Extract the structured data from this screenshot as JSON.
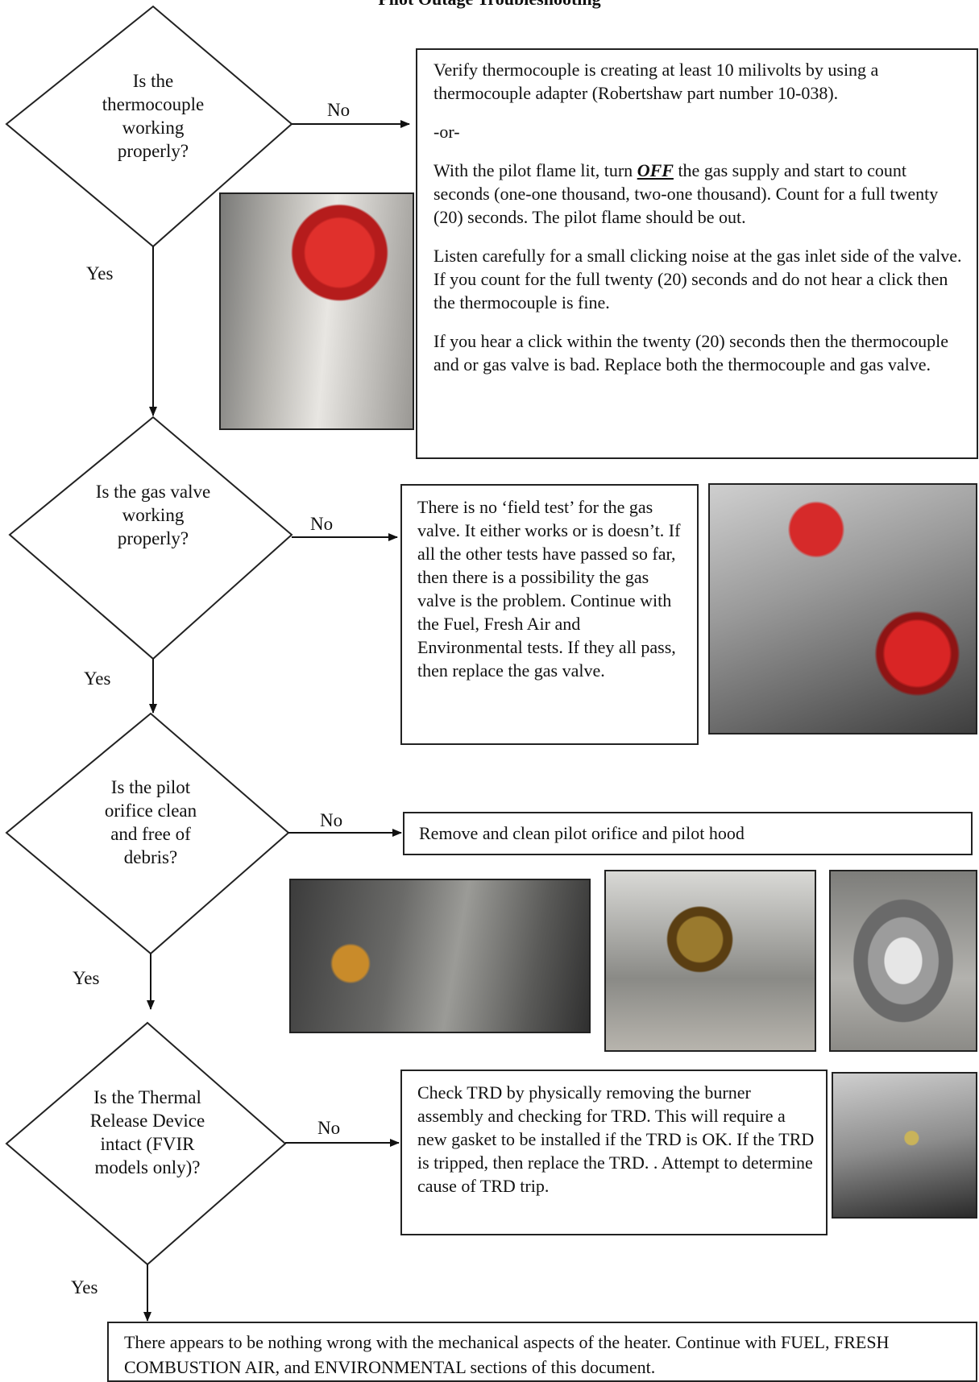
{
  "title": "Pilot Outage Troubleshooting",
  "labels": {
    "yes": "Yes",
    "no": "No"
  },
  "decisions": [
    {
      "lines": [
        "Is the",
        "thermocouple",
        "working",
        "properly?"
      ]
    },
    {
      "lines": [
        "Is the gas valve",
        "working",
        "properly?"
      ]
    },
    {
      "lines": [
        "Is the pilot",
        "orifice clean",
        "and free of",
        "debris?"
      ]
    },
    {
      "lines": [
        "Is the Thermal",
        "Release Device",
        "intact (FVIR",
        "models only)?"
      ]
    }
  ],
  "boxes": {
    "thermocouple": {
      "lines": [
        "Verify thermocouple is creating at least 10 milivolts by using a thermocouple adapter (Robertshaw part number 10-038).",
        "-or-",
        "With the pilot flame lit, turn OFF the gas supply and start to count seconds (one-one thousand, two-one thousand). Count for a full twenty (20) seconds. The pilot flame should be out.",
        "Listen carefully for a small clicking noise at the gas inlet side of the valve. If you count for the full twenty (20) seconds and do not hear a click then the thermocouple is fine.",
        "If you hear a click within the twenty (20) seconds then the thermocouple and or gas valve is bad. Replace both the thermocouple and gas valve."
      ],
      "off_word": "OFF"
    },
    "gas_valve": {
      "text": "There is no ‘field test’ for the gas valve. It either works or is doesn’t. If all the other tests have passed so far, then there is a possibility the gas valve is the problem. Continue with the Fuel, Fresh Air and Environmental tests. If they all pass, then replace the gas valve."
    },
    "orifice": {
      "text": "Remove and clean pilot orifice and pilot hood"
    },
    "trd": {
      "text": "Check TRD by physically removing the burner assembly and checking for TRD. This will require a new gasket to be installed if the TRD is OK. If the TRD is tripped, then replace the TRD.      . Attempt to determine cause of TRD trip."
    },
    "final": {
      "text": "There appears to be nothing wrong with the mechanical aspects of the heater. Continue with FUEL, FRESH COMBUSTION AIR, and ENVIRONMENTAL sections of this document."
    }
  }
}
